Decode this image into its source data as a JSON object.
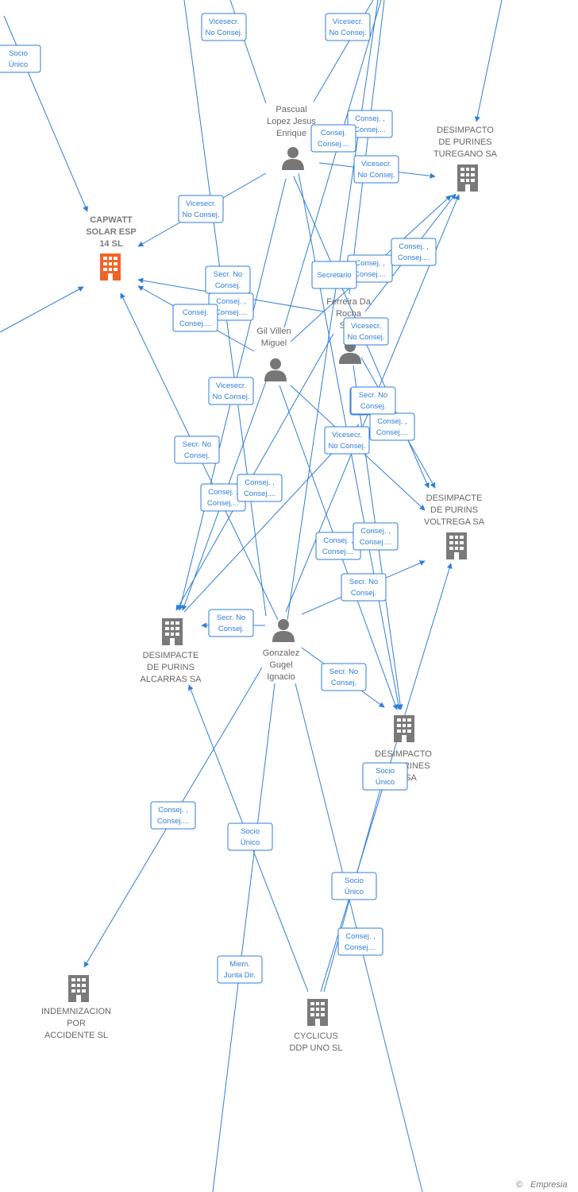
{
  "colors": {
    "edge": "#2f7ed8",
    "company": "#7a7a7a",
    "focus_company": "#f06424",
    "person": "#777777",
    "text": "#666666"
  },
  "nodes": {
    "capwatt": {
      "label": [
        "CAPWATT",
        "SOLAR ESP",
        "14  SL"
      ],
      "type": "company-focus"
    },
    "turegano": {
      "label": [
        "DESIMPACTO",
        "DE PURINES",
        "TUREGANO SA"
      ],
      "type": "company"
    },
    "voltrega": {
      "label": [
        "DESIMPACTE",
        "DE PURINS",
        "VOLTREGA SA"
      ],
      "type": "company"
    },
    "alcarras": {
      "label": [
        "DESIMPACTE",
        "DE PURINS",
        "ALCARRAS SA"
      ],
      "type": "company"
    },
    "ma": {
      "label": [
        "DESIMPACTO",
        "DE PURINES",
        "MA SA"
      ],
      "type": "company"
    },
    "indemnizacion": {
      "label": [
        "INDEMNIZACION",
        "POR",
        "ACCIDENTE SL"
      ],
      "type": "company"
    },
    "cyclicus": {
      "label": [
        "CYCLICUS",
        "DDP UNO  SL"
      ],
      "type": "company"
    },
    "pascual": {
      "label": [
        "Pascual",
        "Lopez Jesus",
        "Enrique"
      ],
      "type": "person"
    },
    "ferreira": {
      "label": [
        "Ferreira Da",
        "Rocha",
        "Se..."
      ],
      "type": "person"
    },
    "gil": {
      "label": [
        "Gil Villen",
        "Miguel"
      ],
      "type": "person"
    },
    "gonzalez": {
      "label": [
        "Gonzalez",
        "Gugel",
        "Ignacio"
      ],
      "type": "person"
    }
  },
  "edge_labels": [
    [
      "Socio",
      "Único"
    ],
    [
      "Vicesecr.",
      "No Consej."
    ],
    [
      "Vicesecr.",
      "No Consej."
    ],
    [
      "Consej. ,",
      "Consej...."
    ],
    [
      "Consej.",
      "Consej...."
    ],
    [
      "Vicesecr.",
      "No Consej."
    ],
    [
      "Vicesecr.",
      "No Consej."
    ],
    [
      "Consej. ,",
      "Consej...."
    ],
    [
      "Consej. ,",
      "Consej...."
    ],
    [
      "Secretario",
      ""
    ],
    [
      "Secr.  No",
      "Consej."
    ],
    [
      "Consej. ,",
      "Consej...."
    ],
    [
      "Consej.",
      "Consej...."
    ],
    [
      "Vicesecr.",
      "No Consej."
    ],
    [
      "Consej. ,",
      "Consej...."
    ],
    [
      "Vicesecr.",
      "No Consej."
    ],
    [
      "Secr.  No",
      "Consej."
    ],
    [
      "Consej. ,",
      "Consej...."
    ],
    [
      "Secr.  No",
      "Consej."
    ],
    [
      "Vicesecr.",
      "No Consej."
    ],
    [
      "Consej. ,",
      "Consej...."
    ],
    [
      "Consej. ,",
      "Consej...."
    ],
    [
      "Consej. ,",
      "Consej...."
    ],
    [
      "Consej. ,",
      "Consej...."
    ],
    [
      "Secr.  No",
      "Consej."
    ],
    [
      "Secr.  No",
      "Consej."
    ],
    [
      "Secr.  No",
      "Consej."
    ],
    [
      "Socio",
      "Único"
    ],
    [
      "Consej. ,",
      "Consej...."
    ],
    [
      "Socio",
      "Único"
    ],
    [
      "Socio",
      "Único"
    ],
    [
      "Consej. ,",
      "Consej...."
    ],
    [
      "Miem.",
      "Junta Dir."
    ]
  ],
  "footer": {
    "copyright": "©",
    "brand": "Empresia"
  }
}
